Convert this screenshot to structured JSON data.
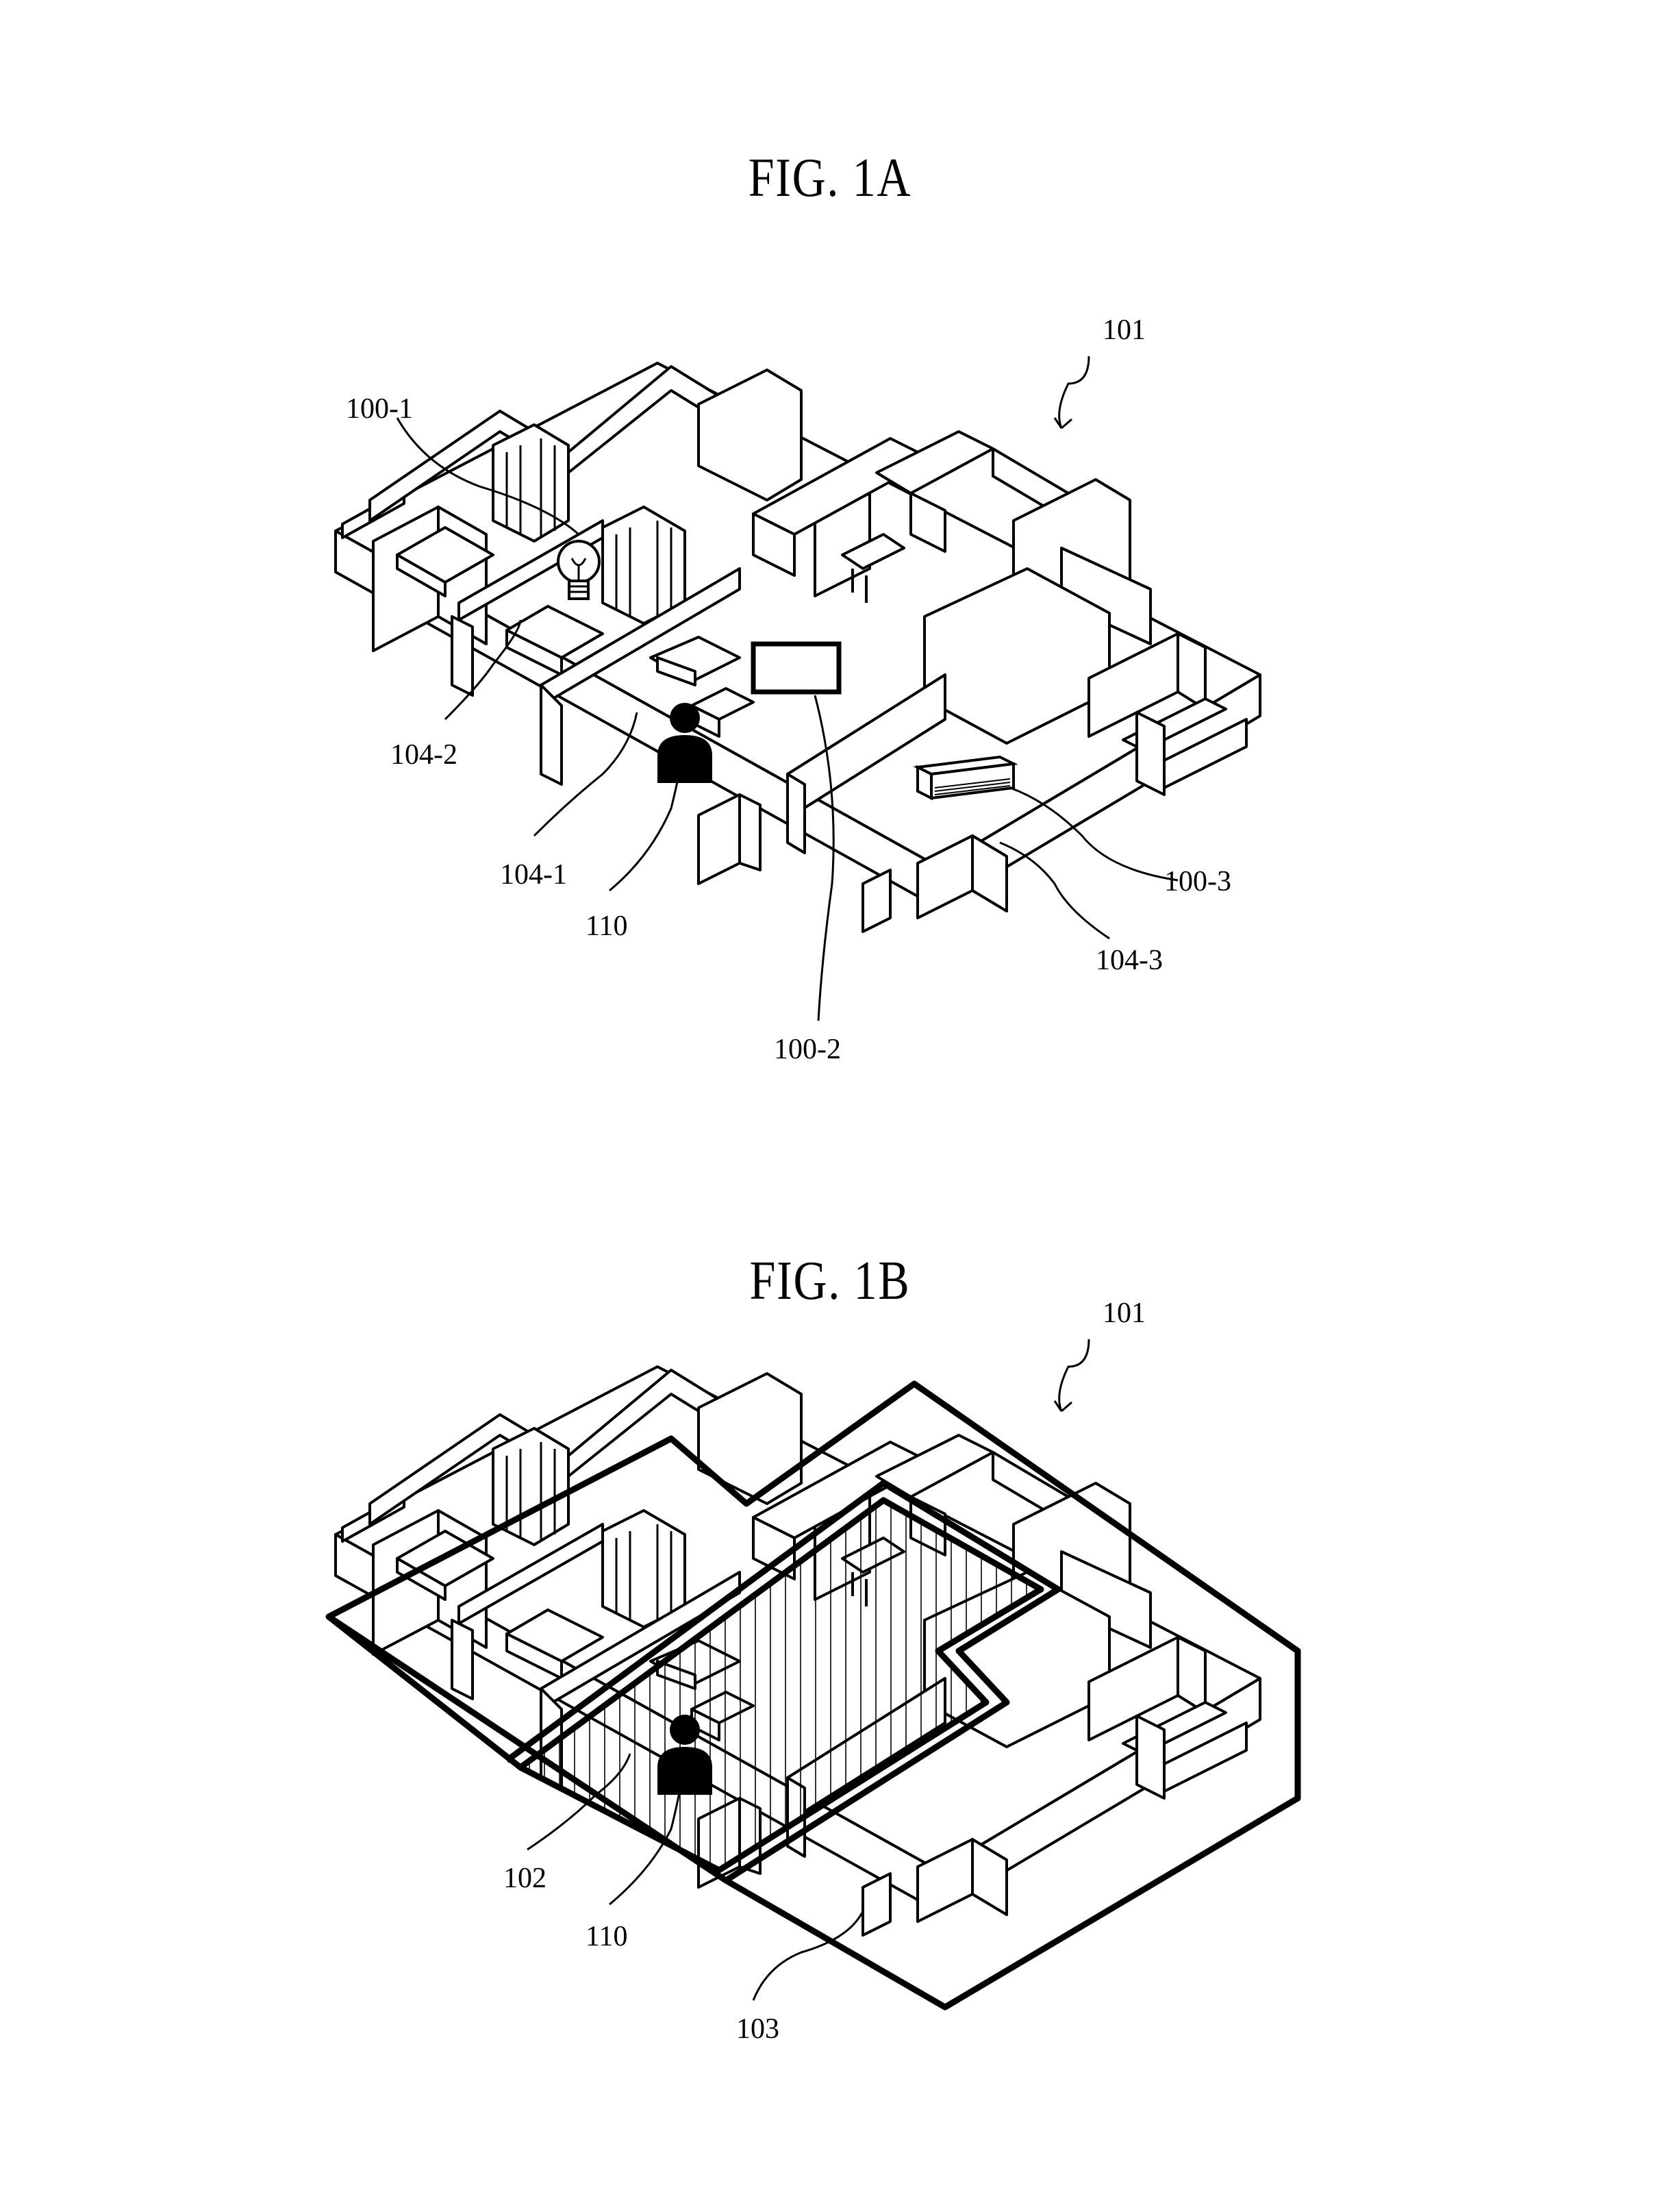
{
  "figures": [
    {
      "title": "FIG. 1A",
      "labels": {
        "floor_plan": "101",
        "device_bulb": "100-1",
        "device_tv": "100-2",
        "device_ac": "100-3",
        "area_a": "104-1",
        "area_b": "104-2",
        "area_c": "104-3",
        "user": "110"
      },
      "icons": [
        "light-bulb-icon",
        "display-icon",
        "air-conditioner-icon",
        "user-icon"
      ]
    },
    {
      "title": "FIG. 1B",
      "labels": {
        "floor_plan": "101",
        "region_inner": "102",
        "region_outer": "103",
        "user": "110"
      },
      "icons": [
        "user-icon"
      ]
    }
  ]
}
